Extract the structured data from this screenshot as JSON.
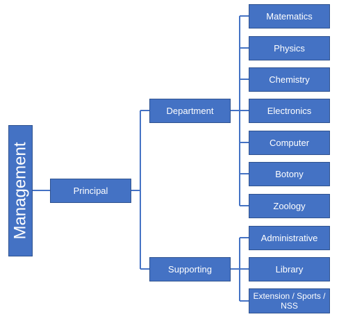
{
  "root": {
    "label": "Management"
  },
  "level1": {
    "label": "Principal"
  },
  "department": {
    "label": "Department",
    "children": [
      "Matematics",
      "Physics",
      "Chemistry",
      "Electronics",
      "Computer",
      "Botony",
      "Zoology"
    ]
  },
  "supporting": {
    "label": "Supporting",
    "children": [
      "Administrative",
      "Library",
      "Extension / Sports / NSS"
    ]
  },
  "colors": {
    "box_fill": "#4472C4",
    "box_border": "#2F528F",
    "text": "#FFFFFF",
    "connector": "#4472C4"
  }
}
